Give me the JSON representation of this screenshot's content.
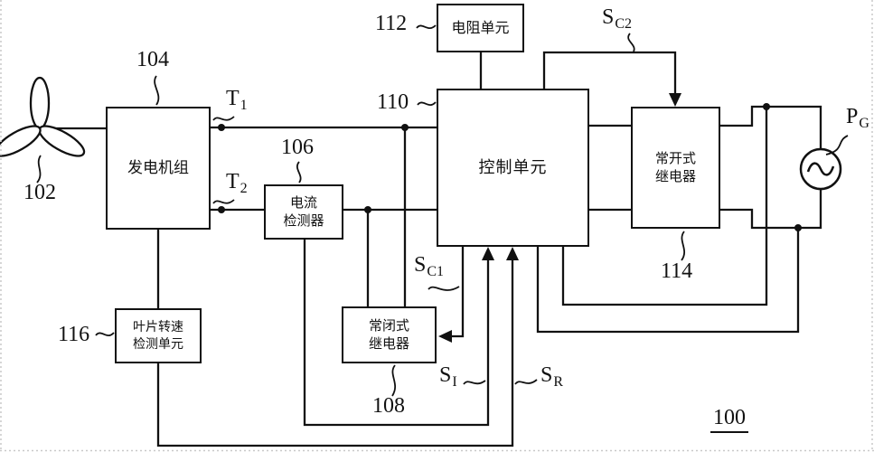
{
  "figure": {
    "ref_number": "100",
    "ink_color": "#111111",
    "background_color": "#ffffff"
  },
  "blocks": {
    "generator": {
      "label": "发电机组",
      "ref": "104"
    },
    "current_detector": {
      "line1": "电流",
      "line2": "检测器",
      "ref": "106"
    },
    "resistor_unit": {
      "label": "电阻单元",
      "ref": "112"
    },
    "control_unit": {
      "label": "控制单元",
      "ref": "110"
    },
    "no_relay": {
      "line1": "常开式",
      "line2": "继电器",
      "ref": "114"
    },
    "nc_relay": {
      "line1": "常闭式",
      "line2": "继电器",
      "ref": "108"
    },
    "blade_speed": {
      "line1": "叶片转速",
      "line2": "检测单元",
      "ref": "116"
    },
    "wind_blades": {
      "ref": "102"
    },
    "ac_source": {
      "symbol": "∼"
    }
  },
  "signals": {
    "t1": {
      "main": "T",
      "sub": "1"
    },
    "t2": {
      "main": "T",
      "sub": "2"
    },
    "sc1": {
      "main": "S",
      "sub": "C1"
    },
    "sc2": {
      "main": "S",
      "sub": "C2"
    },
    "si": {
      "main": "S",
      "sub": "I"
    },
    "sr": {
      "main": "S",
      "sub": "R"
    },
    "pg": {
      "main": "P",
      "sub": "G"
    }
  }
}
